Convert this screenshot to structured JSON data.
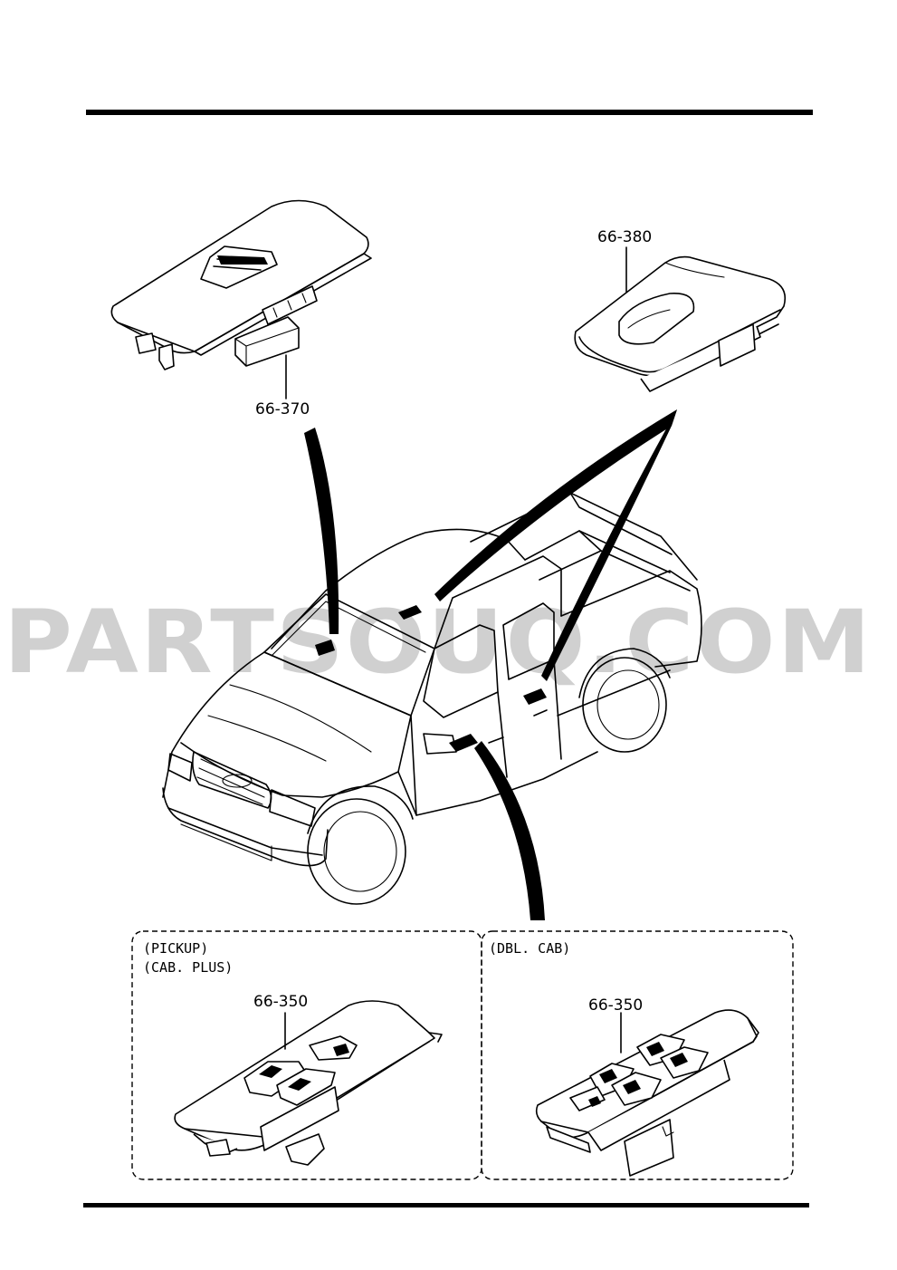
{
  "parts": {
    "p66370": "66-370",
    "p66380": "66-380",
    "p66350_pickup": "66-350",
    "p66350_dblcab": "66-350"
  },
  "conditions": {
    "pickup": "(PICKUP)",
    "cab_plus": "(CAB. PLUS)",
    "dbl_cab": "(DBL. CAB)"
  },
  "watermark": "PARTSOUQ.COM"
}
